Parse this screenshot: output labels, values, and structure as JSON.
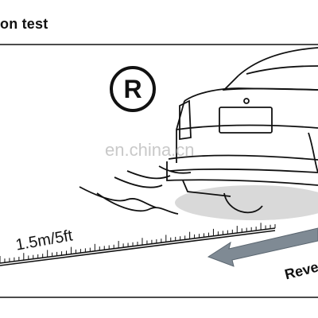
{
  "title": "on test",
  "badge_letter": "R",
  "watermark": "en.china.cn",
  "distance_label": "1.5m/5ft",
  "reverse_label": "Reve",
  "colors": {
    "line": "#111111",
    "arrow": "#7f8a94",
    "watermark": "#c9c9c9",
    "shadow": "#d9d9d9"
  },
  "icons": [
    "reverse-gear-icon",
    "sensor-wave-icon",
    "direction-arrow-icon"
  ]
}
